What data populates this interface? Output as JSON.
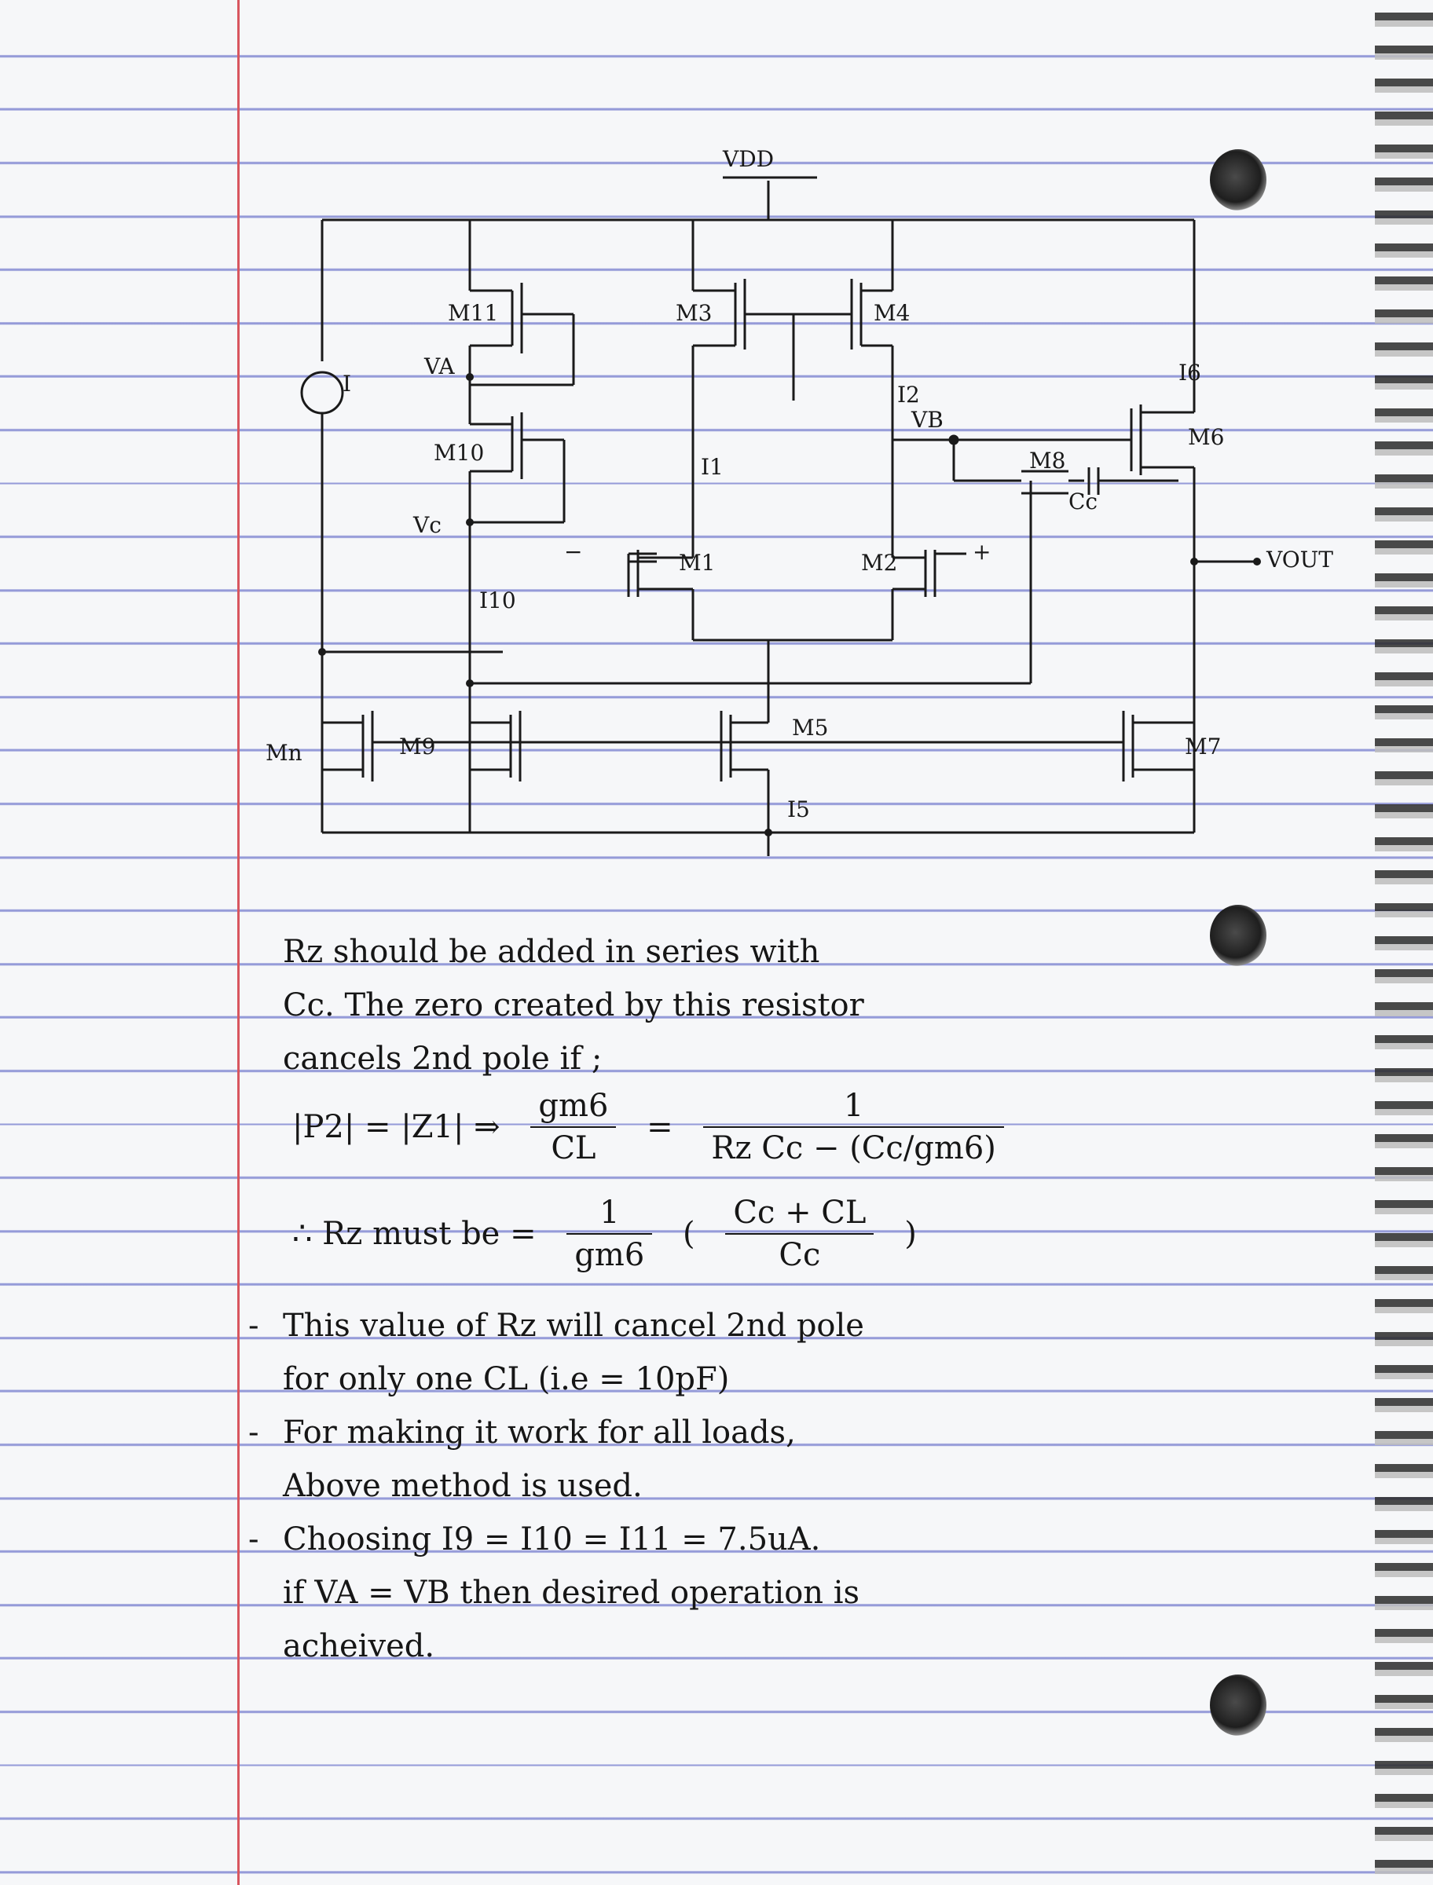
{
  "circuit": {
    "vdd": "VDD",
    "vout": "VOUT",
    "current_source": "I",
    "transistors": [
      "M11",
      "M3",
      "M4",
      "M10",
      "M6",
      "M8",
      "M1",
      "M2",
      "M9",
      "M5",
      "M7"
    ],
    "transistor_M11_label": "Mn",
    "node_va": "VA",
    "node_vb": "VB",
    "node_vc": "Vc",
    "currents": [
      "I6",
      "I2",
      "I1",
      "I10",
      "I5"
    ],
    "cap": "Cc",
    "input_minus": "−",
    "input_plus": "+"
  },
  "notes": {
    "line1": "Rz should be added in series with",
    "line2": "Cc. The zero created by this resistor",
    "line3": "cancels 2nd pole if ;",
    "eq1_lhs": "|P2| = |Z1| ⇒",
    "eq1_num": "gm6",
    "eq1_den": "CL",
    "eq1_eq": "=",
    "eq1_rnum": "1",
    "eq1_rden": "Rz Cc − (Cc/gm6)",
    "eq2_lhs": "∴ Rz must be =",
    "eq2_num": "1",
    "eq2_den": "gm6",
    "eq2_pnum": "Cc + CL",
    "eq2_pden": "Cc",
    "b1a": "This value of Rz will cancel 2nd pole",
    "b1b": "for only one CL (i.e = 10pF)",
    "b2a": "For making it work for all loads,",
    "b2b": "Above method is used.",
    "b3a": "Choosing I9 = I10 = I11 = 7.5uA.",
    "b3b": "if VA = VB then desired operation is",
    "b3c": "acheived."
  }
}
